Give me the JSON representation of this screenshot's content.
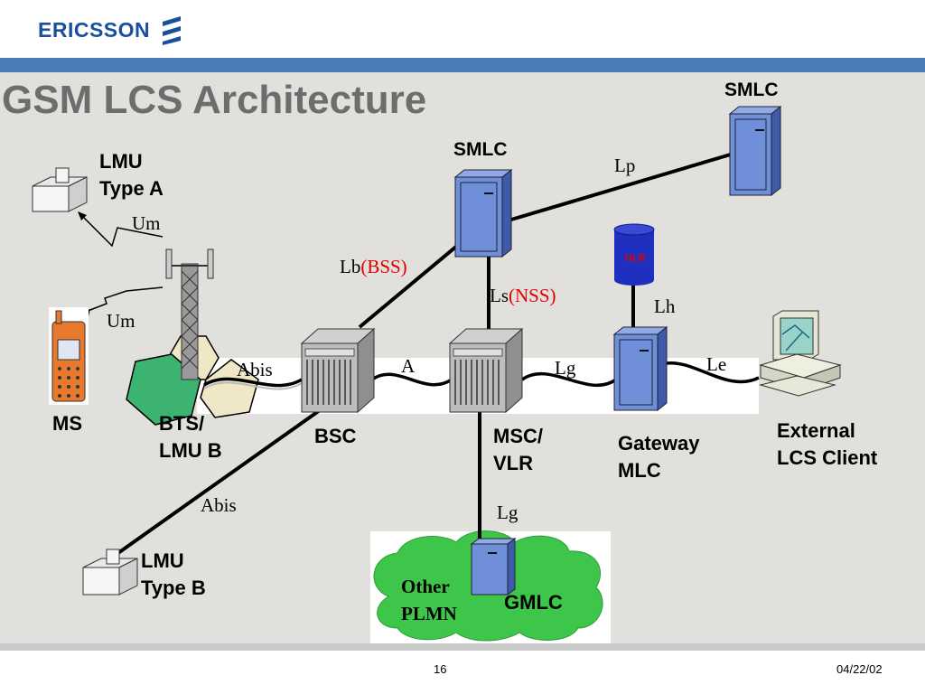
{
  "header": {
    "logo_text": "ERICSSON",
    "title": "GSM LCS Architecture"
  },
  "footer": {
    "page_number": "16",
    "date": "04/22/02"
  },
  "nodes": {
    "smlc_top": "SMLC",
    "smlc_mid": "SMLC",
    "lmu_type_a_line1": "LMU",
    "lmu_type_a_line2": "Type A",
    "ms": "MS",
    "bts_line1": "BTS/",
    "bts_line2": "LMU B",
    "bsc": "BSC",
    "msc_line1": "MSC/",
    "msc_line2": "VLR",
    "hlr": "HLR",
    "gateway_line1": "Gateway",
    "gateway_line2": "MLC",
    "external_line1": "External",
    "external_line2": "LCS Client",
    "lmu_type_b_line1": "LMU",
    "lmu_type_b_line2": "Type B",
    "other_plmn_line1": "Other",
    "other_plmn_line2": "PLMN",
    "gmlc": "GMLC"
  },
  "interfaces": {
    "lp": "Lp",
    "um_top": "Um",
    "um_bottom": "Um",
    "lb": "Lb",
    "lb_suffix": "(BSS)",
    "ls": "Ls",
    "ls_suffix": "(NSS)",
    "lh": "Lh",
    "abis_mid": "Abis",
    "a": "A",
    "lg_mid": "Lg",
    "le": "Le",
    "abis_low": "Abis",
    "lg_low": "Lg"
  },
  "colors": {
    "header_bar": "#4a7db8",
    "server_blue": "#6f8fd8",
    "accent_red": "#e00000",
    "cloud_green": "#3ec64a",
    "cell_green": "#3cb371"
  }
}
